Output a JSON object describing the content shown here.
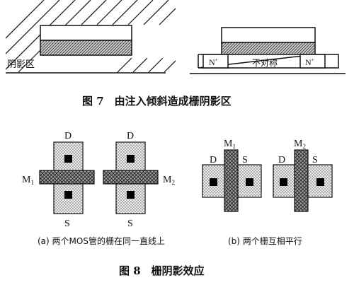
{
  "figure7": {
    "label_shadow": "阴影区",
    "label_n_left": "N",
    "label_n_left_sup": "+",
    "label_n_right": "N",
    "label_n_right_sup": "+",
    "label_asym": "不对称",
    "caption": "图 7　由注入倾斜造成栅阴影区"
  },
  "figure8": {
    "label_d1": "D",
    "label_d2": "D",
    "label_s1": "S",
    "label_s2": "S",
    "label_m1_left": "M",
    "label_m1_left_sub": "1",
    "label_m2_right": "M",
    "label_m2_right_sub": "2",
    "label_m1_top": "M",
    "label_m1_top_sub": "1",
    "label_m2_top": "M",
    "label_m2_top_sub": "2",
    "label_b_d1": "D",
    "label_b_s1": "S",
    "label_b_d2": "D",
    "label_b_s2": "S",
    "subcaption_a": "(a) 两个MOS管的栅在同一直线上",
    "subcaption_b": "(b) 两个栅互相平行",
    "caption": "图 8　栅阴影效应"
  },
  "colors": {
    "ink": "#111111",
    "gate_fill": "#bdbdbd",
    "diff_fill": "#e6e6e6",
    "contact": "#000000"
  }
}
